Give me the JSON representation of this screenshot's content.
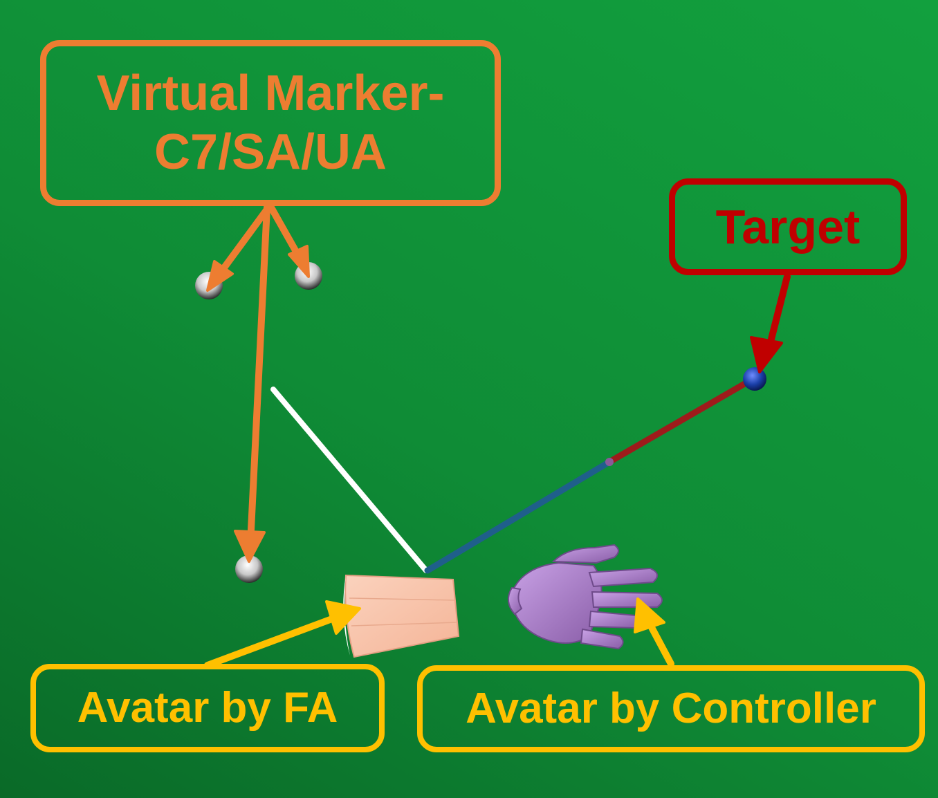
{
  "labels": {
    "virtual_marker_line1": "Virtual Marker-",
    "virtual_marker_line2": "C7/SA/UA",
    "target": "Target",
    "avatar_fa": "Avatar by FA",
    "avatar_controller": "Avatar by Controller"
  },
  "colors": {
    "background": "#0f8c36",
    "virtual_marker": "#ed7d31",
    "target": "#c00000",
    "avatar": "#ffc000",
    "marker_sphere": "#e6e6e6",
    "target_sphere": "#1a3fa8",
    "forearm_avatar": "#f8c3a8",
    "hand_avatar": "#b98ed6",
    "vector_blue": "#1f5f8b",
    "vector_red": "#9e1b1b",
    "rod_white": "#ffffff"
  },
  "icons": [
    "virtual-marker-sphere",
    "target-sphere",
    "forearm-avatar",
    "hand-avatar"
  ]
}
